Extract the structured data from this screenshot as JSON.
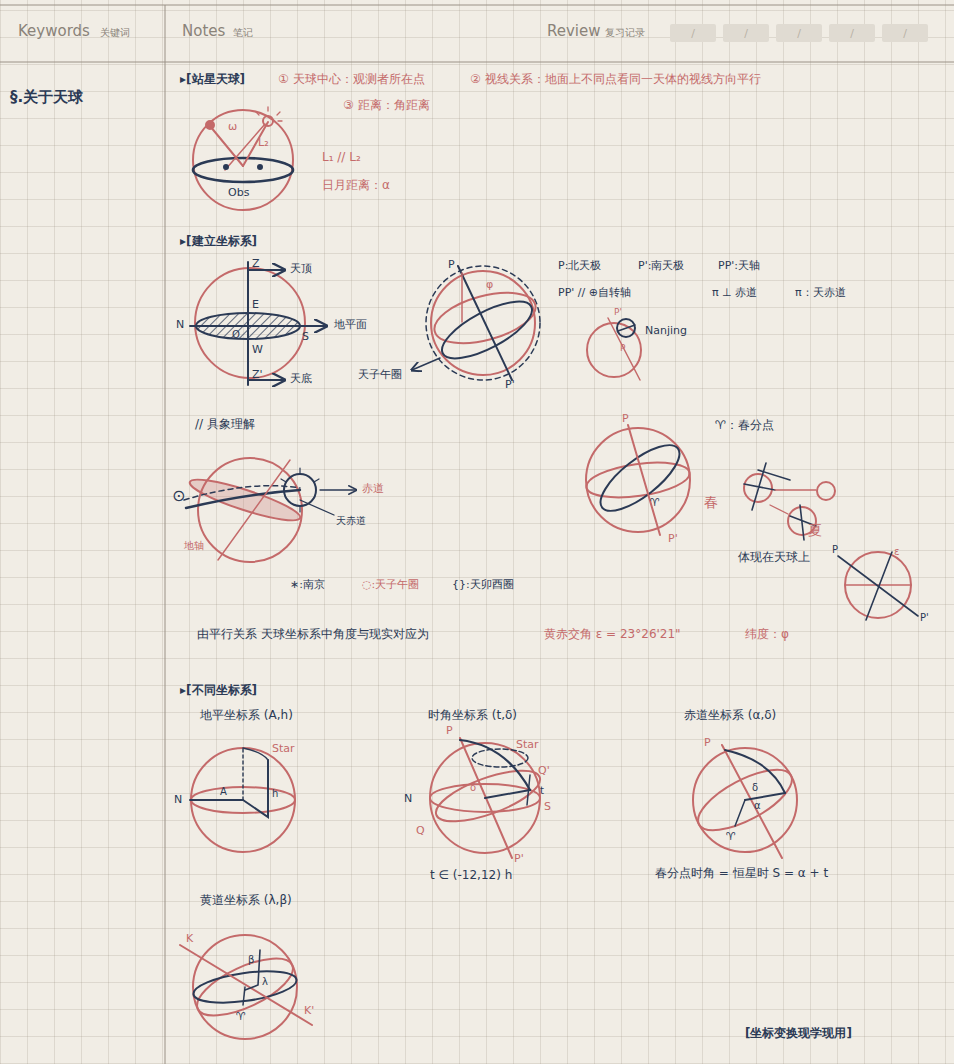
{
  "diagram": {
    "nodes": [
      {
        "text": [
          "/"
        ]
      },
      {
        "text": [
          "/"
        ]
      },
      {
        "text": [
          "/"
        ]
      },
      {
        "text": [
          "/"
        ]
      },
      {
        "text": [
          "/"
        ]
      }
    ],
    "labels": [
      "Keywords",
      "关键词",
      "Notes",
      "笔记",
      "Review",
      "复习记录",
      "§.关于天球",
      "▸[站星天球]",
      "① 天球中心：观测者所在点",
      "② 视线关系：地面上不同点看同一天体的视线方向平行",
      "③ 距离：角距离",
      "ω",
      "L₂",
      "Obs",
      "L₁ // L₂",
      "日月距离：α",
      "▸[建立坐标系]",
      "Z",
      "天顶",
      "N",
      "E",
      "O",
      "S",
      "W",
      "地平面",
      "Z'",
      "天底",
      "P",
      "φ",
      "P'",
      "天子午圈",
      "P:北天极",
      "P':南天极",
      "PP':天轴",
      "PP' // ⊕自转轴",
      "π ⊥ 赤道",
      "π：天赤道",
      "P'",
      "P",
      "Nanjing",
      "// 具象理解",
      "⊙",
      "地轴",
      "赤道",
      "天赤道",
      "P",
      "♈",
      "P'",
      "♈：春分点",
      "春",
      "夏",
      "体现在天球上",
      "P",
      "ε",
      "P'",
      "由平行关系 天球坐标系中角度与现实对应为",
      "黄赤交角 ε = 23°26'21\"",
      "纬度：φ",
      "▸[不同坐标系]",
      "地平坐标系 (A,h)",
      "Star",
      "N",
      "A",
      "h",
      "时角坐标系 (t,δ)",
      "P",
      "Star",
      "N",
      "Q'",
      "t",
      "S",
      "Q",
      "δ",
      "P'",
      "t ∈ (-12,12) h",
      "赤道坐标系 (α,δ)",
      "P",
      "δ",
      "α",
      "♈",
      "春分点时角 = 恒星时 S = α + t",
      "黄道坐标系 (λ,β)",
      "K",
      "β",
      "λ",
      "♈",
      "K'",
      "[坐标变换现学现用]",
      "∗:南京",
      "◌:天子午圈",
      "{}:天卯酉圈"
    ]
  }
}
